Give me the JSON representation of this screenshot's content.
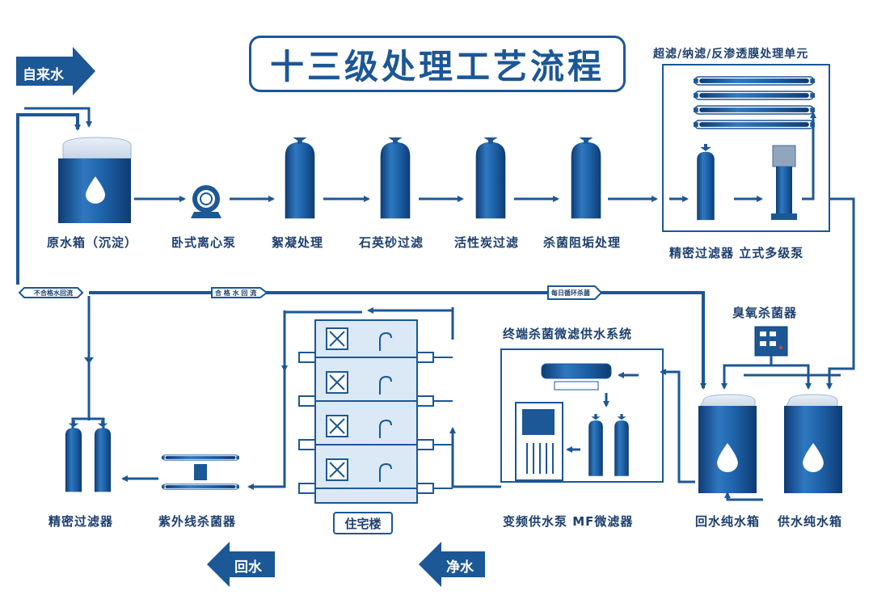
{
  "title": "十三级处理工艺流程",
  "inlet": "自来水",
  "stages_top": [
    {
      "id": "raw-tank",
      "label": "原水箱（沉淀）"
    },
    {
      "id": "centrifugal-pump",
      "label": "卧式离心泵"
    },
    {
      "id": "flocculation",
      "label": "絮凝处理"
    },
    {
      "id": "quartz-sand",
      "label": "石英砂过滤"
    },
    {
      "id": "activated-carbon",
      "label": "活性炭过滤"
    },
    {
      "id": "sterilize-scale",
      "label": "杀菌阻垢处理"
    }
  ],
  "membrane_unit": {
    "title": "超滤/纳滤/反渗透膜处理单元",
    "labels": "精密过滤器  立式多级泵"
  },
  "pipe_labels": {
    "unqualified": "不合格水回流",
    "qualified": "合 格 水 回 流",
    "daily": "每日循环杀菌"
  },
  "ozone": "臭氧杀菌器",
  "terminal_system": "终端杀菌微滤供水系统",
  "terminal_labels": "变频供水泵 MF微滤器",
  "tanks": {
    "return": "回水纯水箱",
    "supply": "供水纯水箱"
  },
  "building": "住宅楼",
  "uv": "紫外线杀菌器",
  "precision_filter": "精密过滤器",
  "return_water": "回水",
  "clean_water": "净水",
  "colors": {
    "primary": "#1c5796",
    "dark": "#143f73",
    "light": "#3d86c9",
    "pale": "#dbe9f7"
  }
}
